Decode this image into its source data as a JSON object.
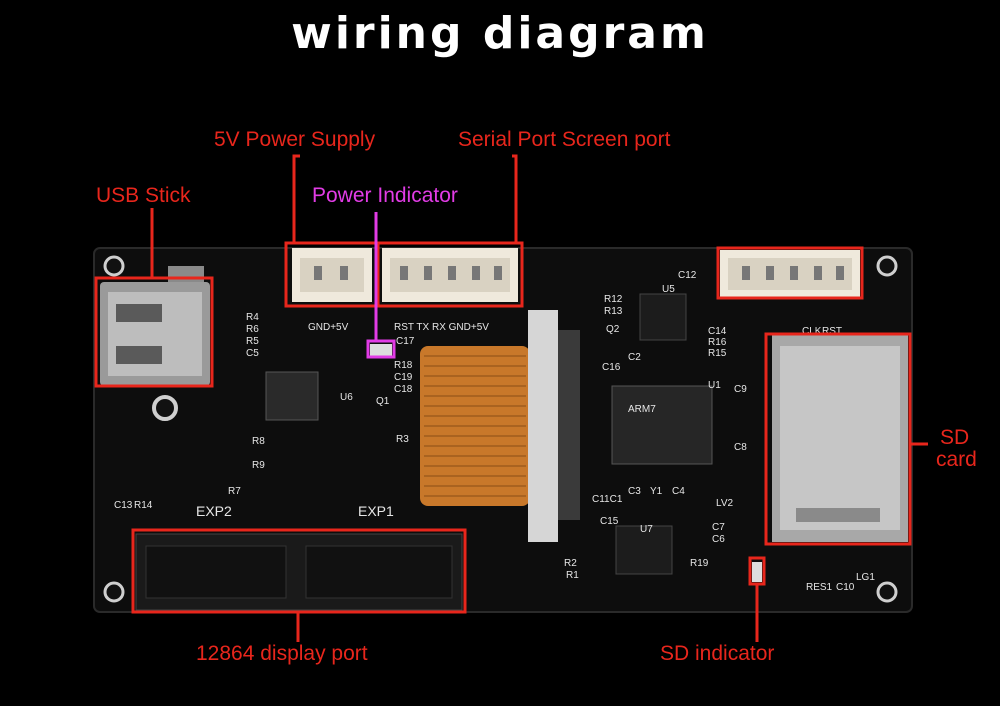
{
  "title": "wiring diagram",
  "labels": {
    "power_supply": "5V Power Supply",
    "serial_port": "Serial Port Screen port",
    "usb_stick": "USB  Stick",
    "power_indicator": "Power Indicator",
    "sd_card_line1": "SD",
    "sd_card_line2": "card",
    "display_port": "12864 display port",
    "sd_indicator": "SD  indicator"
  },
  "silkscreen": {
    "power_pins": "GND+5V",
    "serial_pins": "RST  TX  RX  GND+5V",
    "exp2": "EXP2",
    "exp1": "EXP1",
    "u1": "U1",
    "u5": "U5",
    "u6": "U6",
    "u7": "U7",
    "y1": "Y1",
    "q1": "Q1",
    "q2": "Q2",
    "r1": "R1",
    "r2": "R2",
    "r3": "R3",
    "r4": "R4",
    "r5": "R5",
    "r6": "R6",
    "r7": "R7",
    "r8": "R8",
    "r9": "R9",
    "r12": "R12",
    "r13": "R13",
    "r14": "R14",
    "r15": "R15",
    "r16": "R16",
    "r18": "R18",
    "r19": "R19",
    "c2": "C2",
    "c3": "C3",
    "c4": "C4",
    "c5": "C5",
    "c6": "C6",
    "c7": "C7",
    "c8": "C8",
    "c9": "C9",
    "c10": "C10",
    "c12": "C12",
    "c13": "C13",
    "c14": "C14",
    "c15": "C15",
    "c16": "C16",
    "c17": "C17",
    "c18": "C18",
    "c19": "C19",
    "c11c1": "C11C1",
    "lv2": "LV2",
    "lg1": "LG1",
    "res1": "RES1",
    "clk": "CLK",
    "rst": "RST"
  },
  "colors": {
    "callout": "#e8261c",
    "indicator": "#e23ce6",
    "board": "#0d0d0d",
    "silkscreen": "#e6e6e6",
    "ribbon": "#c8782a"
  }
}
